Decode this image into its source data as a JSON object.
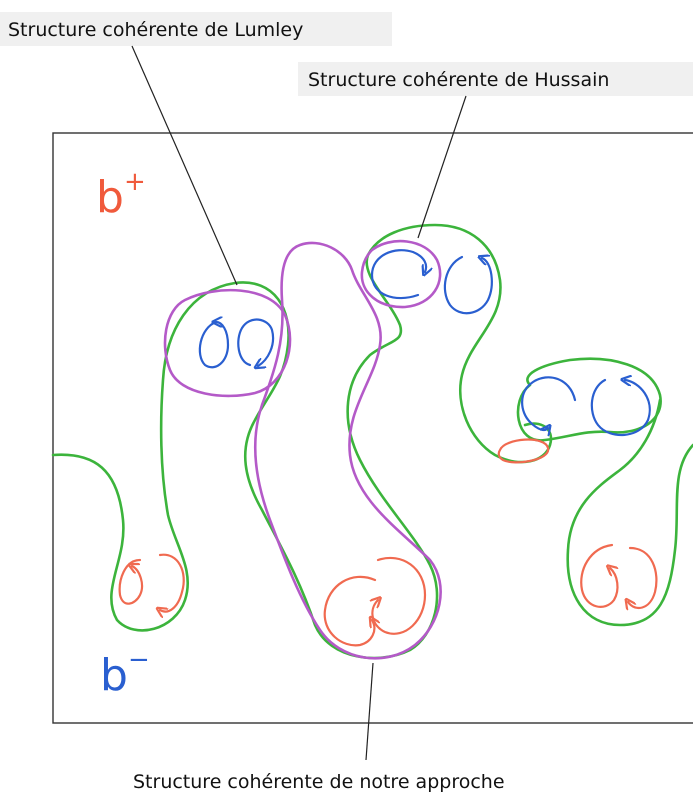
{
  "labels": {
    "lumley": "Structure cohérente de Lumley",
    "hussain": "Structure cohérente de Hussain",
    "approach": "Structure cohérente de notre approche"
  },
  "regions": {
    "b_plus": {
      "base": "b",
      "sign": "+"
    },
    "b_minus": {
      "base": "b",
      "sign": "−"
    }
  },
  "colors": {
    "green_contour": "#3cb43c",
    "purple_contour": "#b45ac8",
    "blue_vortex": "#2a5fd0",
    "red_vortex": "#f06a50",
    "b_plus_text": "#f05a3c",
    "b_minus_text": "#2a5fd0",
    "frame": "#333333"
  }
}
